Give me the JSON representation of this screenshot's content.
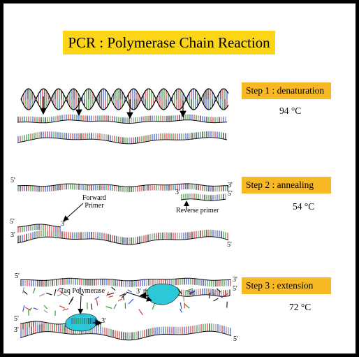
{
  "title": "PCR : Polymerase Chain Reaction",
  "colors": {
    "title_bg": "#fcd616",
    "step_bg": "#f7b826",
    "polymerase": "#2cc8d8",
    "base_colors": [
      "#d62a2a",
      "#2a8c2a",
      "#2a4acf",
      "#111111",
      "#8a8a8a"
    ]
  },
  "steps": [
    {
      "label": "Step 1 : denaturation",
      "temperature": "94 °C"
    },
    {
      "label": "Step 2 : annealing",
      "temperature": "54 °C"
    },
    {
      "label": "Step 3 : extension",
      "temperature": "72 °C"
    }
  ],
  "labels": {
    "forward_primer": "Forward\nPrimer",
    "reverse_primer": "Reverse primer",
    "taq_polymerase": "Taq Polymerase",
    "five_prime": "5'",
    "three_prime": "3'"
  }
}
